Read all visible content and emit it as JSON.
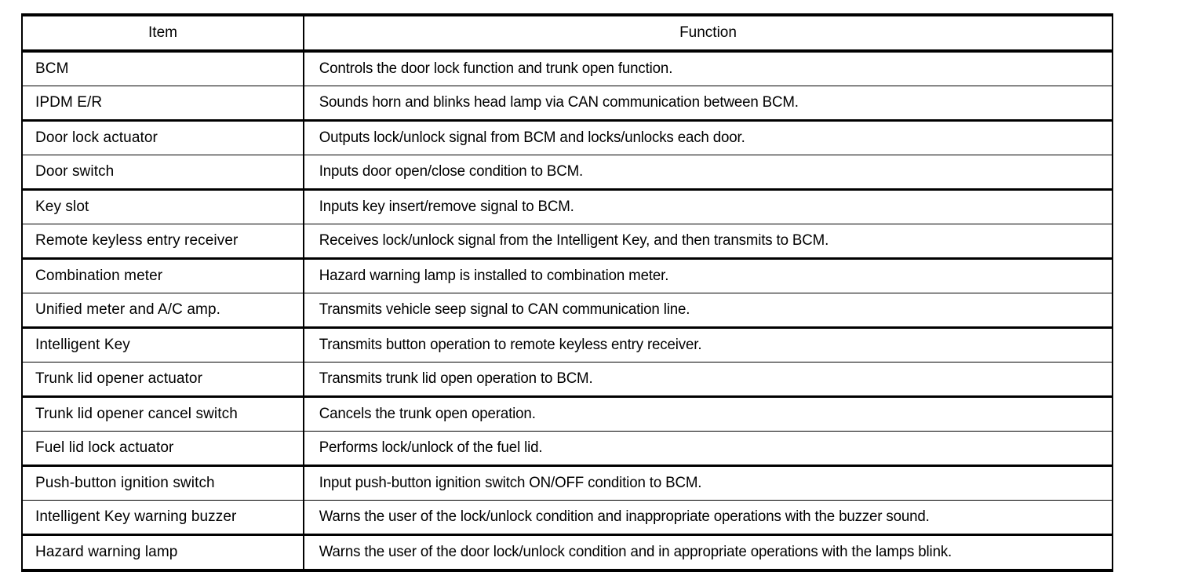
{
  "table": {
    "name": "component-parts-function-table",
    "columns": [
      {
        "key": "item",
        "label": "Item",
        "align": "center"
      },
      {
        "key": "function",
        "label": "Function",
        "align": "center"
      }
    ],
    "rows": [
      {
        "item": "BCM",
        "function": "Controls the door lock function and trunk open function."
      },
      {
        "item": "IPDM E/R",
        "function": "Sounds horn and blinks head lamp via CAN communication between BCM."
      },
      {
        "item": "Door lock actuator",
        "function": "Outputs lock/unlock signal from BCM and locks/unlocks each door."
      },
      {
        "item": "Door switch",
        "function": "Inputs door open/close condition to BCM."
      },
      {
        "item": "Key slot",
        "function": "Inputs key insert/remove signal to BCM."
      },
      {
        "item": "Remote keyless entry receiver",
        "function": "Receives lock/unlock signal from the Intelligent Key, and then transmits to BCM."
      },
      {
        "item": "Combination meter",
        "function": "Hazard warning lamp is installed to combination meter."
      },
      {
        "item": "Unified meter and A/C amp.",
        "function": "Transmits vehicle seep signal to CAN communication line."
      },
      {
        "item": "Intelligent Key",
        "function": "Transmits button operation to remote keyless entry receiver."
      },
      {
        "item": "Trunk lid opener actuator",
        "function": "Transmits trunk lid open operation to BCM."
      },
      {
        "item": "Trunk lid opener cancel switch",
        "function": "Cancels the trunk open operation."
      },
      {
        "item": "Fuel lid lock actuator",
        "function": "Performs lock/unlock of the fuel lid."
      },
      {
        "item": "Push-button ignition switch",
        "function": "Input push-button ignition switch ON/OFF condition to BCM."
      },
      {
        "item": "Intelligent Key warning buzzer",
        "function": "Warns the user of the lock/unlock condition and inappropriate operations with the buzzer sound."
      },
      {
        "item": "Hazard warning lamp",
        "function": "Warns the user of the door lock/unlock condition and in appropriate operations with the lamps blink."
      }
    ]
  },
  "colors": {
    "ink": "#000000",
    "paper": "#ffffff"
  }
}
